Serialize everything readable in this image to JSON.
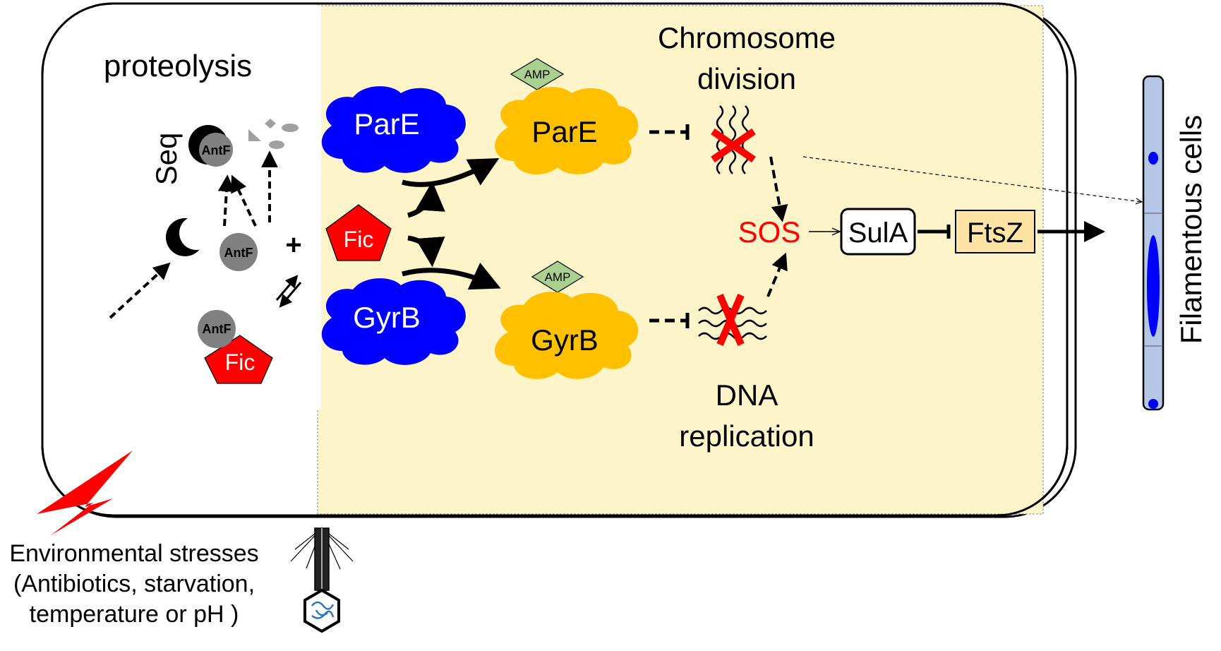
{
  "labels": {
    "proteolysis": "proteolysis",
    "seq": "Seq",
    "plus": "+",
    "antf_small": "AntF",
    "fic": "Fic",
    "pare": "ParE",
    "gyrb": "GyrB",
    "amp": "AMP",
    "chromosome_line1": "Chromosome",
    "chromosome_line2": "division",
    "dna_line1": "DNA",
    "dna_line2": "replication",
    "sos": "SOS",
    "sula": "SulA",
    "ftsz": "FtsZ",
    "filamentous": "Filamentous cells",
    "env_line1": "Environmental stresses",
    "env_line2": "(Antibiotics, starvation,",
    "env_line3": "temperature or pH )"
  },
  "colors": {
    "cytoplasm_fill": "#fdf5c9",
    "unmodified_protein": "#0000ff",
    "ampylated_protein": "#ffc000",
    "amp_tag": "#a9d08e",
    "fic": "#ff0000",
    "antf": "#808080",
    "sos_text": "#ff0000",
    "ftsz_fill": "#fde4a4",
    "filament_fill": "#b4c7e7",
    "stress_bolt": "#ff0000"
  }
}
